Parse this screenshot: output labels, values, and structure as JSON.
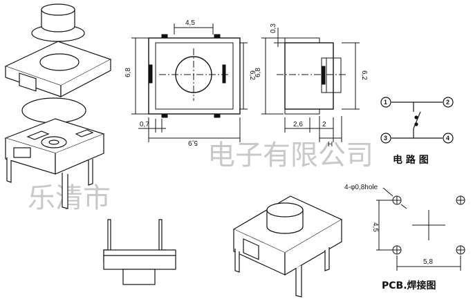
{
  "watermark": {
    "left": "乐清市",
    "right": "电子有限公司"
  },
  "front_view": {
    "dim_top": "4,5",
    "dim_left": "6,8",
    "dim_right": "6,2",
    "dim_pad": "0,7",
    "dim_bottom": "5,9"
  },
  "side_view": {
    "dim_top": "0,3",
    "dim_left": "6,8",
    "dim_right": "6,2",
    "dim_a": "2,6",
    "dim_b": "2",
    "dim_h": "H"
  },
  "circuit": {
    "title": "电 路 图",
    "nodes": [
      "1",
      "2",
      "3",
      "4"
    ]
  },
  "pcb": {
    "hole_note": "4-φ0,8hole",
    "dim_v": "4,5",
    "dim_h": "5,8",
    "title": "PCB.焊接图"
  }
}
